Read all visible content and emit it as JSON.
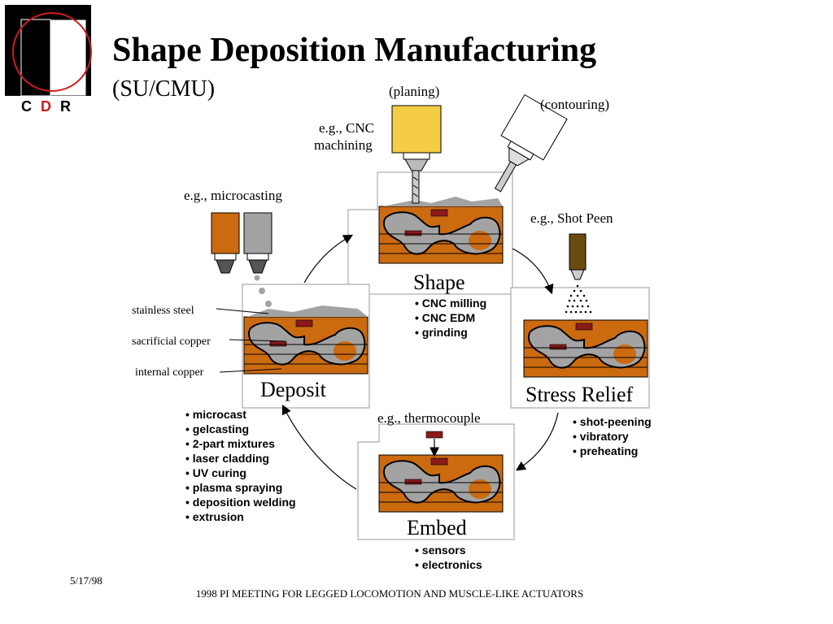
{
  "logo": {
    "letters": [
      "C",
      "D",
      "R"
    ],
    "accent_color": "#d11a1a"
  },
  "title": "Shape Deposition Manufacturing",
  "subtitle": "(SU/CMU)",
  "stages": {
    "shape": {
      "label": "Shape",
      "tool_note_planing": "(planing)",
      "tool_note_contouring": "(contouring)",
      "example_line1": "e.g., CNC",
      "example_line2": "machining",
      "bullets": [
        "CNC milling",
        "CNC EDM",
        "grinding"
      ]
    },
    "deposit": {
      "label": "Deposit",
      "example": "e.g., microcasting",
      "callouts": [
        "stainless steel",
        "sacrificial copper",
        "internal copper"
      ],
      "bullets": [
        "microcast",
        "gelcasting",
        "2-part mixtures",
        "laser cladding",
        "UV curing",
        "plasma spraying",
        "deposition welding",
        "extrusion"
      ]
    },
    "stress_relief": {
      "label": "Stress Relief",
      "example": "e.g., Shot Peen",
      "bullets": [
        "shot-peening",
        "vibratory",
        "preheating"
      ]
    },
    "embed": {
      "label": "Embed",
      "example": "e.g., thermocouple",
      "bullets": [
        "sensors",
        "electronics"
      ]
    }
  },
  "colors": {
    "orange": "#cc6a10",
    "gray": "#a3a3a3",
    "yellow": "#f5cc45",
    "copper_mark": "#8b1a1a",
    "peen_tool": "#6b4a12"
  },
  "footer": {
    "date": "5/17/98",
    "text": "1998 PI MEETING FOR LEGGED LOCOMOTION AND MUSCLE-LIKE ACTUATORS"
  }
}
